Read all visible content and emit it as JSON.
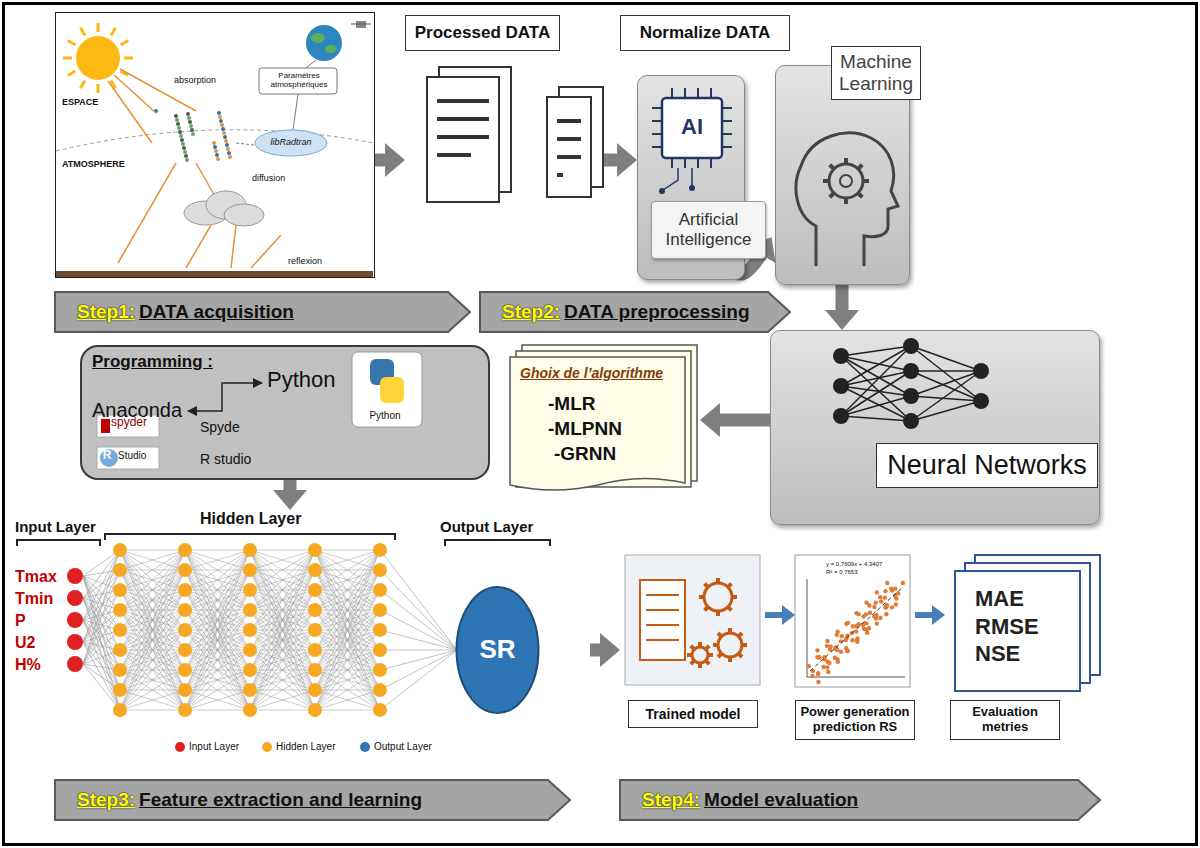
{
  "diagram": {
    "nodes": [
      {
        "text": [
          "ESPACE",
          "absorption",
          "ATMOSPHERE",
          "Paramètres atmosphériques",
          "libRadtran",
          "diffusion",
          "reflexion"
        ]
      },
      {
        "text": [
          "Processed DATA"
        ]
      },
      {
        "text": [
          "Normalize DATA"
        ]
      },
      {
        "text": [
          "AI"
        ]
      },
      {
        "text": [
          "Artificial Intelligence"
        ],
        "in": 3
      },
      {
        "text": [
          "Machine Learning"
        ]
      },
      {
        "text": [
          "Step1:",
          "DATA acquisition"
        ]
      },
      {
        "text": [
          "Step2:",
          "DATA preprocessing"
        ]
      },
      {
        "text": [
          "Programming :",
          "Python",
          "Anaconda",
          "Spyde",
          "R studio"
        ]
      },
      {
        "text": [
          "Ghoix de l’algorithme",
          "-MLR",
          "-MLPNN",
          "-GRNN"
        ]
      },
      {
        "text": [
          "Neural Networks"
        ]
      },
      {
        "text": [
          "Input Layer",
          "Hidden Layer",
          "Output Layer",
          "Tmax",
          "Tmin",
          "P",
          "U2",
          "H%"
        ]
      },
      {
        "text": [
          "SR"
        ],
        "in": 11
      },
      {
        "text": [
          "Trained model"
        ]
      },
      {
        "text": [
          "Power generation prediction RS"
        ]
      },
      {
        "text": [
          "MAE RMSE NSE",
          "Evaluation metries"
        ]
      },
      {
        "text": [
          "Step3:",
          "Feature extraction and learning"
        ]
      },
      {
        "text": [
          "Step4:",
          "Model evaluation"
        ]
      }
    ],
    "edges": [
      {
        "from": 0,
        "to": 1,
        "arrow": "to"
      },
      {
        "from": 2,
        "to": 3,
        "arrow": "to"
      },
      {
        "from": 4,
        "to": 5,
        "arrow": "to"
      },
      {
        "from": 5,
        "to": 10,
        "arrow": "to"
      },
      {
        "from": 10,
        "to": 9,
        "arrow": "to"
      },
      {
        "from": 9,
        "to": 8,
        "arrow": "to"
      },
      {
        "from": 8,
        "to": 11,
        "arrow": "to"
      },
      {
        "from": 11,
        "to": 13,
        "arrow": "to"
      },
      {
        "from": 13,
        "to": 14,
        "arrow": "to"
      },
      {
        "from": 14,
        "to": 15,
        "arrow": "to"
      }
    ],
    "labels": [
      "Python",
      "spyder",
      "R",
      "Studio",
      "y = 0,7609x + 4,3407",
      "R² = 0,7653"
    ],
    "legend": [
      {
        "text": "Input Layer",
        "color": "#e02020"
      },
      {
        "text": "Hidden Layer",
        "color": "#f7a823"
      },
      {
        "text": "Output Layer",
        "color": "#2e75b6"
      }
    ]
  }
}
